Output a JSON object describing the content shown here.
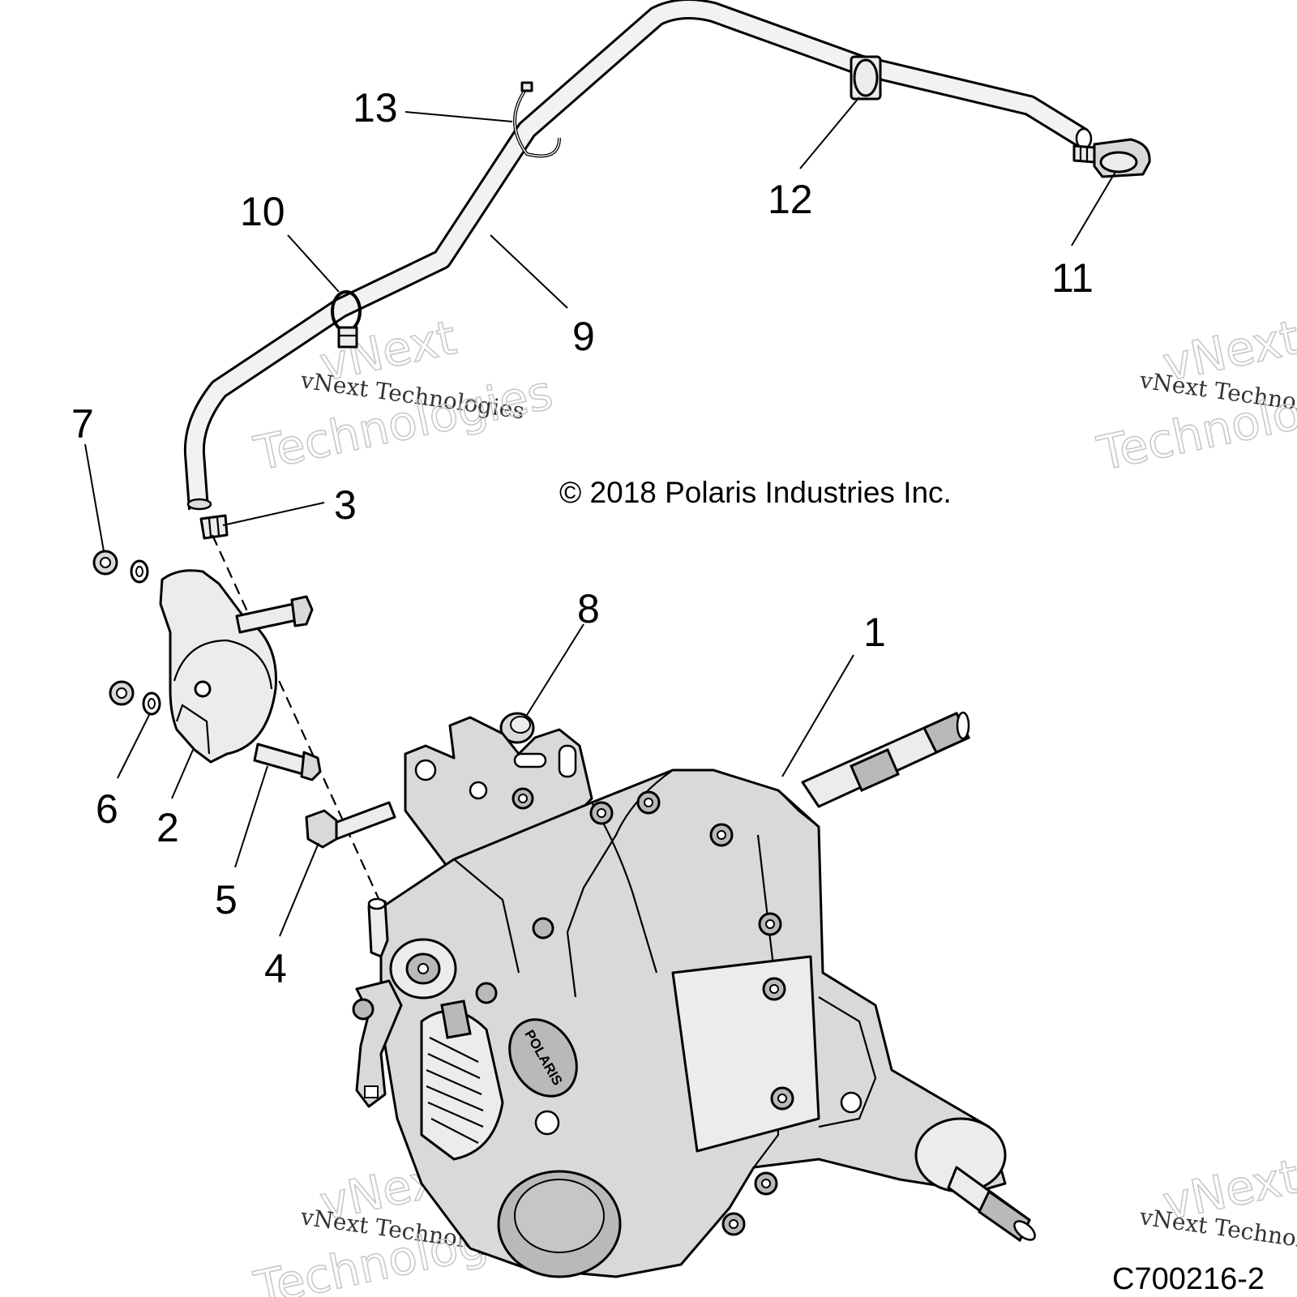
{
  "callouts": [
    "1",
    "2",
    "3",
    "4",
    "5",
    "6",
    "7",
    "8",
    "9",
    "10",
    "11",
    "12",
    "13"
  ],
  "copyright": "© 2018 Polaris Industries Inc.",
  "watermark": {
    "line1": "vNext Technologies",
    "big_top": "vNext",
    "big_bottom": "Technologies"
  },
  "diagram_code": "C700216-2",
  "case_brand": "POLARIS"
}
